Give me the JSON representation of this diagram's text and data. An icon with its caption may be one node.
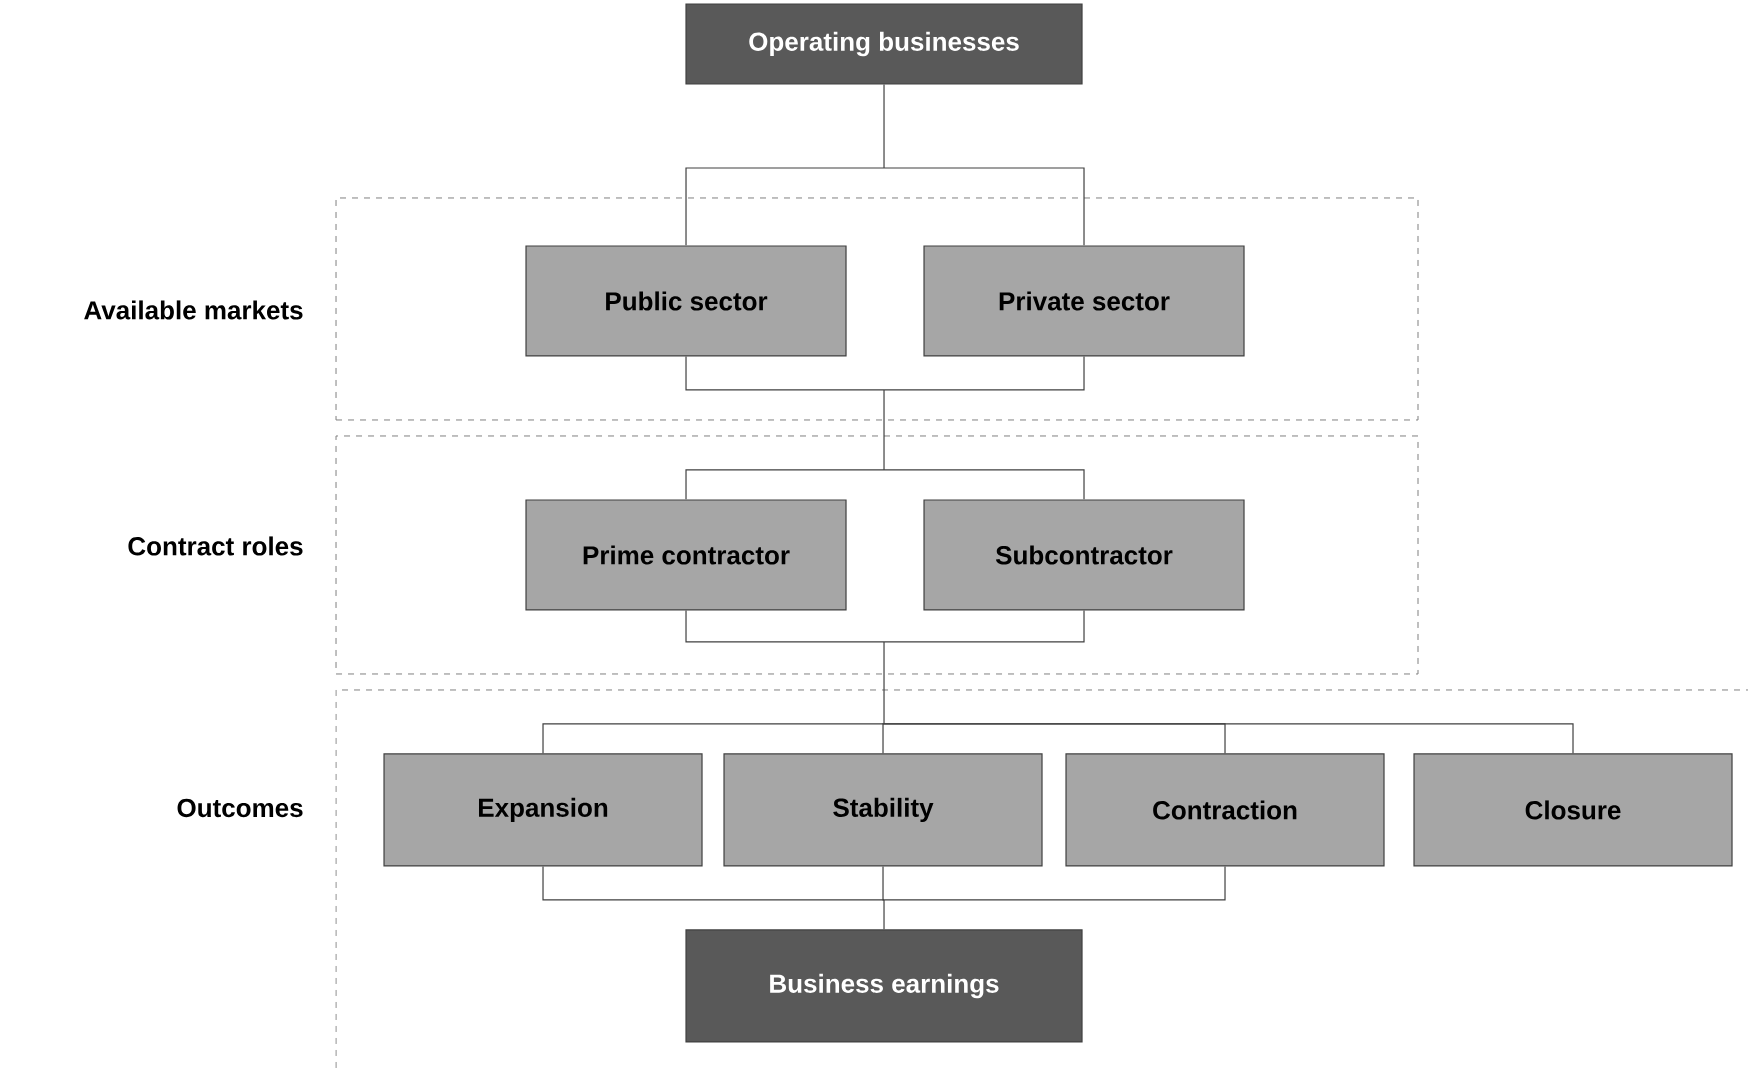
{
  "diagram": {
    "nodes": [
      {
        "text": [
          "Operating businesses"
        ]
      },
      {
        "text": [
          "Available markets"
        ]
      },
      {
        "text": [
          "Public sector"
        ],
        "in": 1
      },
      {
        "text": [
          "Private sector"
        ],
        "in": 1
      },
      {
        "text": [
          "Contract roles"
        ]
      },
      {
        "text": [
          "Prime contractor"
        ],
        "in": 4
      },
      {
        "text": [
          "Subcontractor"
        ],
        "in": 4
      },
      {
        "text": [
          "Outcomes"
        ]
      },
      {
        "text": [
          "Expansion"
        ],
        "in": 7
      },
      {
        "text": [
          "Stability"
        ],
        "in": 7
      },
      {
        "text": [
          "Contraction"
        ],
        "in": 7
      },
      {
        "text": [
          "Closure"
        ],
        "in": 7
      },
      {
        "text": [
          "Business earnings"
        ],
        "in": 7
      }
    ],
    "edges": [
      {
        "from": 0,
        "to": 2,
        "arrow": "none"
      },
      {
        "from": 0,
        "to": 3,
        "arrow": "none"
      },
      {
        "from": 2,
        "to": 5,
        "arrow": "none"
      },
      {
        "from": 2,
        "to": 6,
        "arrow": "none"
      },
      {
        "from": 3,
        "to": 5,
        "arrow": "none"
      },
      {
        "from": 3,
        "to": 6,
        "arrow": "none"
      },
      {
        "from": 5,
        "to": 8,
        "arrow": "none"
      },
      {
        "from": 5,
        "to": 9,
        "arrow": "none"
      },
      {
        "from": 5,
        "to": 10,
        "arrow": "none"
      },
      {
        "from": 5,
        "to": 11,
        "arrow": "none"
      },
      {
        "from": 6,
        "to": 8,
        "arrow": "none"
      },
      {
        "from": 6,
        "to": 9,
        "arrow": "none"
      },
      {
        "from": 6,
        "to": 10,
        "arrow": "none"
      },
      {
        "from": 6,
        "to": 11,
        "arrow": "none"
      },
      {
        "from": 8,
        "to": 12,
        "arrow": "none"
      },
      {
        "from": 9,
        "to": 12,
        "arrow": "none"
      },
      {
        "from": 10,
        "to": 12,
        "arrow": "none"
      }
    ]
  }
}
